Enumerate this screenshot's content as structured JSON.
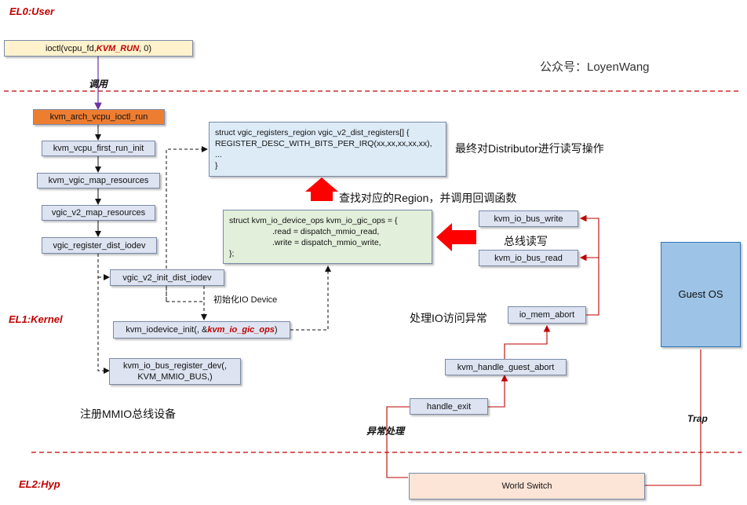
{
  "levels": {
    "el0": "EL0:User",
    "el1": "EL1:Kernel",
    "el2": "EL2:Hyp"
  },
  "watermark": "公众号：LoyenWang",
  "user": {
    "ioctl_prefix": "ioctl(vcpu_fd, ",
    "ioctl_red": "KVM_RUN",
    "ioctl_suffix": ", 0)",
    "call_label": "调用"
  },
  "kernel": {
    "run": "kvm_arch_vcpu_ioctl_run",
    "first_run_init": "kvm_vcpu_first_run_init",
    "map_resources": "kvm_vgic_map_resources",
    "v2_map": "vgic_v2_map_resources",
    "register_dist": "vgic_register_dist_iodev",
    "init_dist": "vgic_v2_init_dist_iodev",
    "init_label": "初始化IO Device",
    "iodevice_init_prefix": "kvm_iodevice_init(, &",
    "iodevice_init_red": "kvm_io_gic_ops",
    "iodevice_init_suffix": ")",
    "bus_register_line1": "kvm_io_bus_register_dev(,",
    "bus_register_line2": "KVM_MMIO_BUS,)",
    "register_label": "注册MMIO总线设备"
  },
  "regions": {
    "line1": "struct vgic_registers_region vgic_v2_dist_registers[] {",
    "line2": "REGISTER_DESC_WITH_BITS_PER_IRQ(xx,xx,xx,xx,xx),",
    "line3": "...",
    "line4": "}",
    "label": "最终对Distributor进行读写操作"
  },
  "ops": {
    "line1": "struct kvm_io_device_ops kvm_io_gic_ops = {",
    "line2": ".read = dispatch_mmio_read,",
    "line3": ".write = dispatch_mmio_write,",
    "line4": "};",
    "find_label": "查找对应的Region，并调用回调函数"
  },
  "bus": {
    "write": "kvm_io_bus_write",
    "read": "kvm_io_bus_read",
    "label": "总线读写"
  },
  "abort": {
    "io_mem_abort": "io_mem_abort",
    "label": "处理IO访问异常",
    "guest_abort": "kvm_handle_guest_abort",
    "handle_exit": "handle_exit",
    "exception_label": "异常处理"
  },
  "guest": {
    "os": "Guest OS",
    "trap": "Trap"
  },
  "hyp": {
    "world_switch": "World Switch"
  },
  "colors": {
    "accent_red": "#c00000",
    "orange": "#ed7d31",
    "purple": "#7030a0",
    "blue_box": "#dde3f1",
    "green_box": "#e2efda",
    "teal_box": "#ddebf7",
    "yellow_box": "#fff2cc",
    "peach_box": "#fce4d6",
    "guest_blue": "#9dc3e6"
  }
}
